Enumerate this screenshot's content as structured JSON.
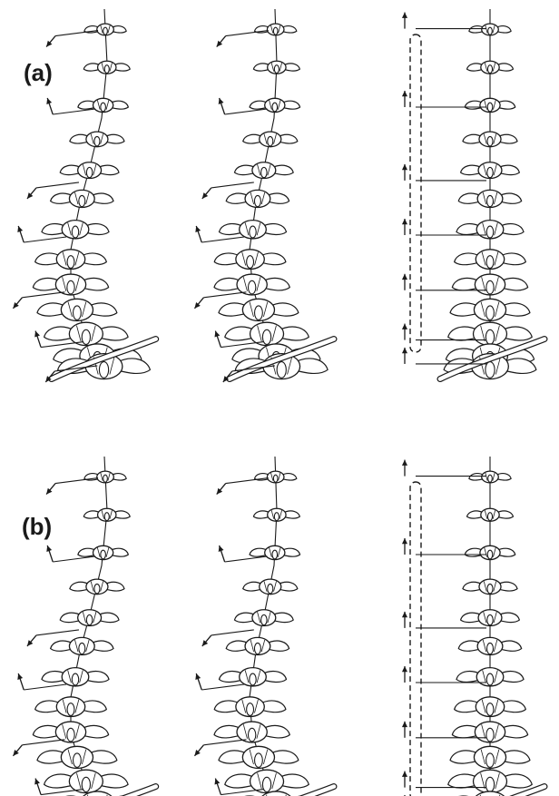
{
  "panels": [
    {
      "label": "(a)"
    },
    {
      "label": "(b)"
    }
  ],
  "colors": {
    "ink": "#1a1a1a",
    "bone_fill": "#ffffff",
    "rod": "#1a1a1a"
  },
  "stages": [
    {
      "name": "scoliotic-spine-with-osteotomies",
      "arrow_direction": "diagonal"
    },
    {
      "name": "partially-corrected-spine",
      "arrow_direction": "diagonal"
    },
    {
      "name": "corrected-spine-with-rod",
      "arrow_direction": "vertical"
    }
  ],
  "vertebra_count": 13
}
